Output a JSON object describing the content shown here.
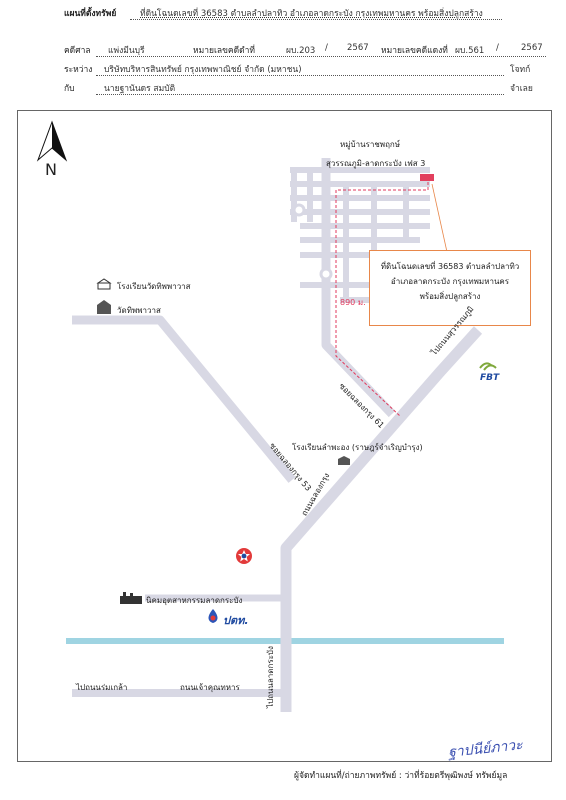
{
  "header": {
    "title_label": "แผนที่ตั้งทรัพย์",
    "title_value": "ที่ดินโฉนดเลขที่ 36583 ตำบลลำปลาทิว อำเภอลาดกระบัง กรุงเทพมหานคร พร้อมสิ่งปลูกสร้าง",
    "court_label": "คดีศาล",
    "court_value": "แพ่งมีนบุรี",
    "black_case_label": "หมายเลขคดีดำที่",
    "black_case_no": "ผบ.203",
    "black_case_year": "2567",
    "red_case_label": "หมายเลขคดีแดงที่",
    "red_case_no": "ผบ.561",
    "red_case_year": "2567",
    "slash": "/",
    "between_label": "ระหว่าง",
    "plaintiff": "บริษัทบริหารสินทรัพย์ กรุงเทพพาณิชย์ จำกัด (มหาชน)",
    "plaintiff_role": "โจทก์",
    "with_label": "กับ",
    "defendant": "นายฐานันดร สมบัติ",
    "defendant_role": "จำเลย"
  },
  "map": {
    "north": "N",
    "village": "หมู่บ้านราชพฤกษ์",
    "village_sub": "สุวรรณภูมิ-ลาดกระบัง เฟส 3",
    "callout_lines": [
      "ที่ดินโฉนดเลขที่ 36583 ตำบลลำปลาทิว",
      "อำเภอลาดกระบัง กรุงเทพมหานคร",
      "พร้อมสิ่งปลูกสร้าง"
    ],
    "distance": "890 ม.",
    "school_temple": "โรงเรียนวัดทิพพาวาส",
    "temple": "วัดทิพพาวาส",
    "road_suvarnabhumi": "ไปถนนสุวรรณภูมิ",
    "soi_61": "ซอยฉลองกรุง 61",
    "soi_53": "ซอยฉลองกรุง 53",
    "road_chalongkrung": "ถนนฉลองกรุง",
    "school_lampa": "โรงเรียนลำพะอง (ราษฎร์จำเริญบำรุง)",
    "industrial": "นิคมอุตสาหกรรมลาดกระบัง",
    "ptt_logo": "ปตท.",
    "fbt_logo": "FBT",
    "road_romklao": "ไปถนนร่มเกล้า",
    "road_chao_khun": "ถนนเจ้าคุณทหาร",
    "road_latkrabang": "ไปถนนลาดกระบัง",
    "colors": {
      "road": "#d8d8e4",
      "canal": "#9fd4e2",
      "dash": "#e23a5c",
      "callout": "#e8874a",
      "subject": "#e2405e"
    }
  },
  "footer": {
    "signature_script": "ฐาปนีย์ภาวะ",
    "author_label": "ผู้จัดทำแผนที่/ถ่ายภาพทรัพย์ : ว่าที่ร้อยตรีพุฒิพงษ์ ทรัพย์มูล"
  }
}
